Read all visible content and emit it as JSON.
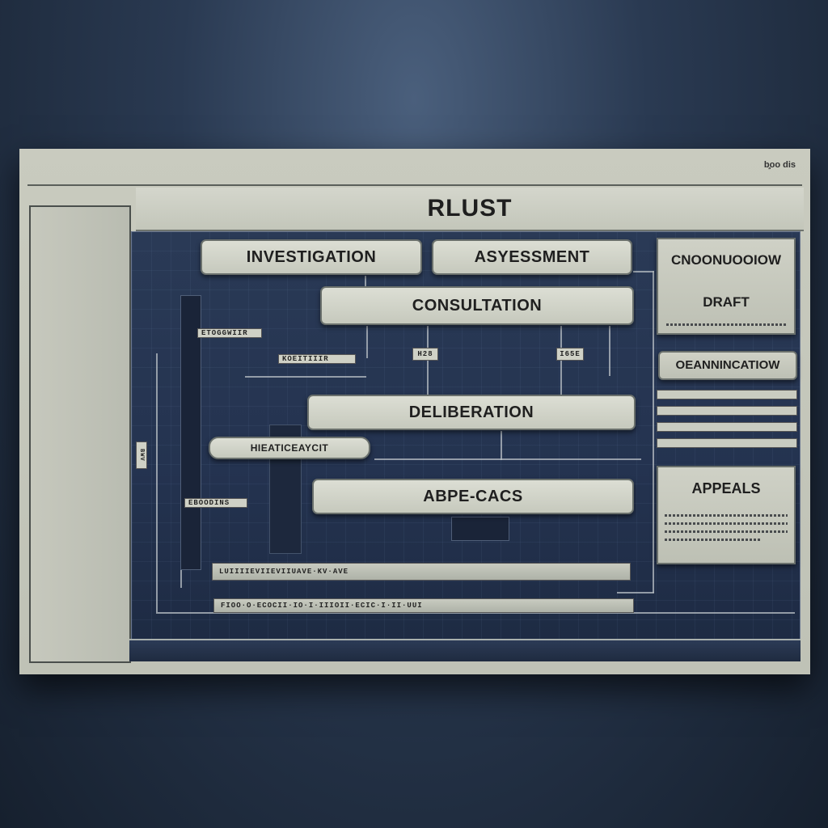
{
  "header": {
    "title": "RLUST",
    "corner_text": "b̧oo dis"
  },
  "nodes": {
    "investigation": "INVESTIGATION",
    "assessment": "ASYESSMENT",
    "consultation": "CONSULTATION",
    "deliberation": "DELIBERATION",
    "abpe": "ABPE-CACS",
    "feedback_pill": "HIEATICEAYCIT"
  },
  "side_panels": {
    "top_title": "CNOONUOOIOW",
    "top_subtitle": "DRAFT",
    "middle_title": "OEANNINCATIOW",
    "bottom_title": "APPEALS"
  },
  "tags": {
    "t1": "ETOGGWIIR",
    "t2": "KOEITIIIR",
    "t3": "H28",
    "t4": "I65E",
    "t5": "EBOODINS",
    "t6": "BWV"
  },
  "strips": {
    "s1": "LUIIIIEVIIEVIIUAVE·KV·AVE",
    "s2": "FIOO·O·ECOCII·IO·I·IIIOII·ECIC·I·II·UUI"
  }
}
